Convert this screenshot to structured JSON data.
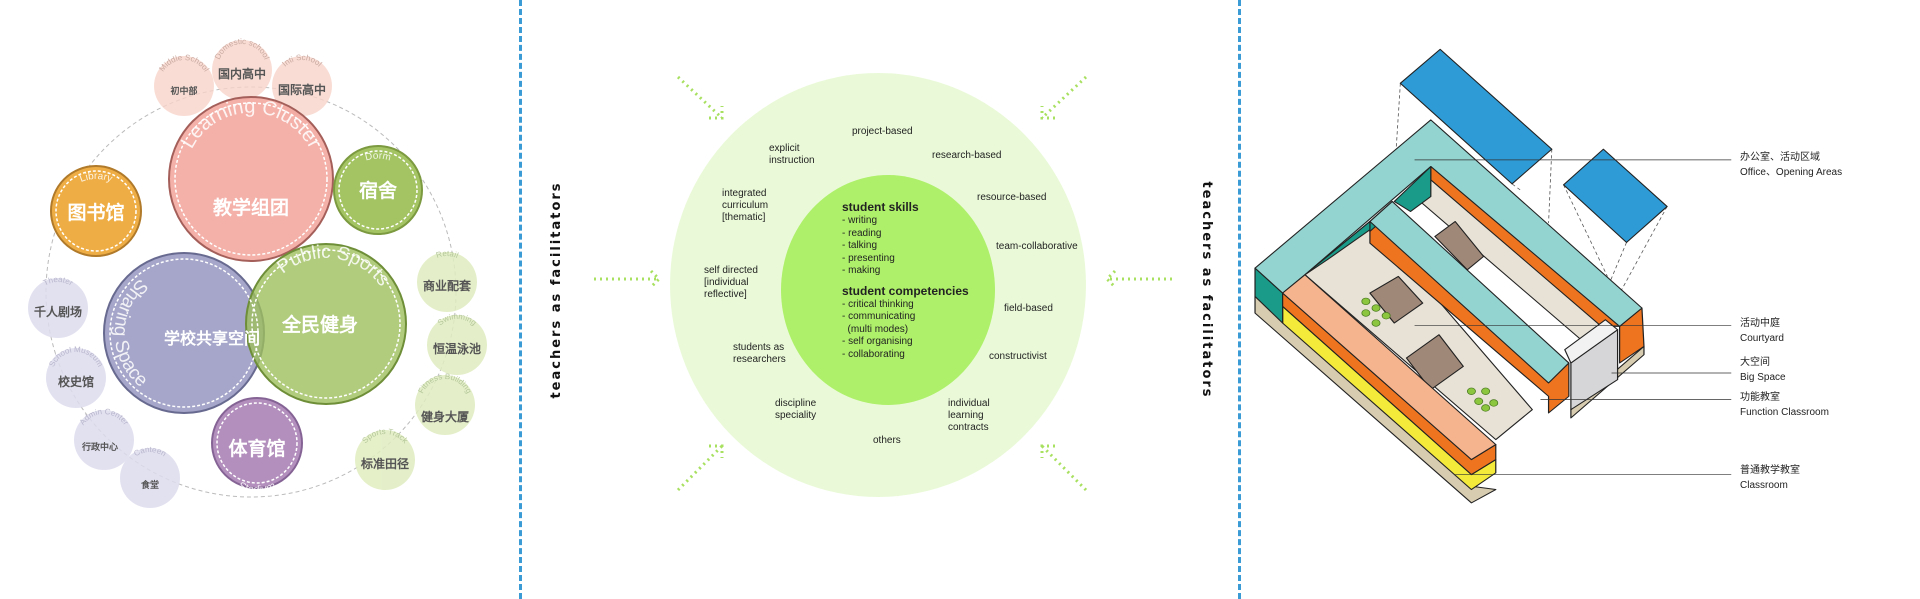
{
  "colors": {
    "divider": "#3a9bd5",
    "arrow": "#a8e060",
    "outer_circle": "#eafad8",
    "inner_circle": "#aef06a"
  },
  "left_diagram": {
    "main_circles": [
      {
        "en": "Learning Cluster",
        "zh": "教学组团",
        "color": "#f2a39a"
      },
      {
        "en": "Sharing Space",
        "zh": "学校共享空间",
        "color": "#9597c0"
      },
      {
        "en": "Public Sports",
        "zh": "全民健身",
        "color": "#9dbf5c"
      },
      {
        "en": "Library",
        "zh": "图书馆",
        "color": "#efae45"
      },
      {
        "en": "Dorm",
        "zh": "宿舍",
        "color": "#a4c464"
      },
      {
        "en": "Stadium",
        "zh": "体育馆",
        "color": "#b38fbd"
      }
    ],
    "small_circles": [
      {
        "en": "Middle School",
        "zh": "初中部"
      },
      {
        "en": "Domestic school",
        "zh": "国内高中"
      },
      {
        "en": "Inti School",
        "zh": "国际高中"
      },
      {
        "en": "Theater",
        "zh": "千人剧场"
      },
      {
        "en": "School Museum",
        "zh": "校史馆"
      },
      {
        "en": "Admin Center",
        "zh": "行政中心"
      },
      {
        "en": "Canteen",
        "zh": "食堂"
      },
      {
        "en": "Retail",
        "zh": "商业配套"
      },
      {
        "en": "Swimming",
        "zh": "恒温泳池"
      },
      {
        "en": "Fitness Building",
        "zh": "健身大厦"
      },
      {
        "en": "Sports Track",
        "zh": "标准田径"
      }
    ]
  },
  "middle_diagram": {
    "side_label": "teachers as facilitators",
    "approaches": [
      "project-based",
      "explicit\ninstruction",
      "research-based",
      "integrated\ncurriculum\n[thematic]",
      "resource-based",
      "team-collaborative",
      "self directed\n[individual\nreflective]",
      "field-based",
      "students as\nresearchers",
      "constructivist",
      "discipline\nspeciality",
      "individual\nlearning\ncontracts",
      "others"
    ],
    "skills_title": "student skills",
    "skills": [
      "- writing",
      "- reading",
      "- talking",
      "- presenting",
      "- making"
    ],
    "competencies_title": "student competencies",
    "competencies": [
      "- critical thinking",
      "- communicating",
      "  (multi modes)",
      "- self organising",
      "- collaborating"
    ]
  },
  "right_diagram": {
    "legend": [
      {
        "zh": "办公室、活动区域",
        "en": "Office、Opening Areas"
      },
      {
        "zh": "活动中庭",
        "en": "Courtyard"
      },
      {
        "zh": "大空间",
        "en": "Big Space"
      },
      {
        "zh": "功能教室",
        "en": "Function Classroom"
      },
      {
        "zh": "普通教学教室",
        "en": "Classroom"
      }
    ]
  }
}
